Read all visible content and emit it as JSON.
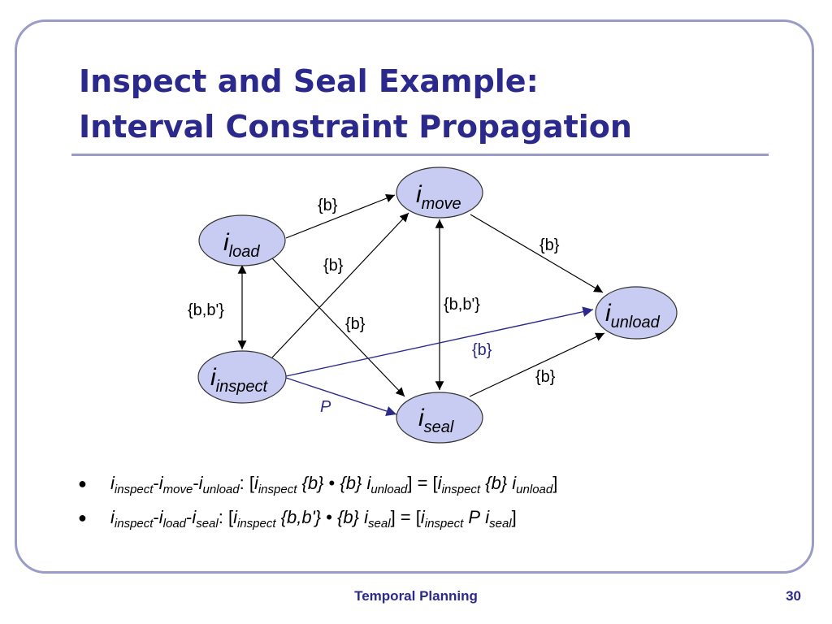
{
  "slide": {
    "title_line1": "Inspect and Seal Example:",
    "title_line2": "Interval Constraint Propagation",
    "footer": "Temporal Planning",
    "page_number": "30"
  },
  "colors": {
    "title": "#2b2a8c",
    "node_fill": "#c8cbf2",
    "frame": "#9a9cc7",
    "highlight_edge": "#2b2a8c"
  },
  "diagram": {
    "nodes": [
      {
        "id": "load",
        "base": "i",
        "sub": "load"
      },
      {
        "id": "move",
        "base": "i",
        "sub": "move"
      },
      {
        "id": "inspect",
        "base": "i",
        "sub": "inspect"
      },
      {
        "id": "unload",
        "base": "i",
        "sub": "unload"
      },
      {
        "id": "seal",
        "base": "i",
        "sub": "seal"
      }
    ],
    "edges": [
      {
        "from": "load",
        "to": "move",
        "label": "{b}",
        "highlighted": false
      },
      {
        "from": "inspect",
        "to": "move",
        "label": "{b}",
        "highlighted": false
      },
      {
        "from": "load",
        "to": "seal",
        "label": "{b}",
        "highlighted": false
      },
      {
        "from": "load",
        "to": "inspect",
        "label": "{b,b'}",
        "highlighted": false,
        "bidirectional": true
      },
      {
        "from": "move",
        "to": "seal",
        "label": "{b,b'}",
        "highlighted": false,
        "bidirectional": true
      },
      {
        "from": "move",
        "to": "unload",
        "label": "{b}",
        "highlighted": false
      },
      {
        "from": "seal",
        "to": "unload",
        "label": "{b}",
        "highlighted": false
      },
      {
        "from": "inspect",
        "to": "unload",
        "label": "{b}",
        "highlighted": true
      },
      {
        "from": "inspect",
        "to": "seal",
        "label": "P",
        "highlighted": true
      }
    ]
  },
  "bullets": [
    {
      "path": [
        {
          "base": "i",
          "sub": "inspect"
        },
        {
          "base": "i",
          "sub": "move"
        },
        {
          "base": "i",
          "sub": "unload"
        }
      ],
      "lhs_from": {
        "base": "i",
        "sub": "inspect"
      },
      "composition": [
        "{b}",
        "•",
        "{b}"
      ],
      "lhs_to": {
        "base": "i",
        "sub": "unload"
      },
      "result_from": {
        "base": "i",
        "sub": "inspect"
      },
      "result": "{b}",
      "result_to": {
        "base": "i",
        "sub": "unload"
      }
    },
    {
      "path": [
        {
          "base": "i",
          "sub": "inspect"
        },
        {
          "base": "i",
          "sub": "load"
        },
        {
          "base": "i",
          "sub": "seal"
        }
      ],
      "lhs_from": {
        "base": "i",
        "sub": "inspect"
      },
      "composition": [
        "{b,b'}",
        "•",
        "{b}"
      ],
      "lhs_to": {
        "base": "i",
        "sub": "seal"
      },
      "result_from": {
        "base": "i",
        "sub": "inspect"
      },
      "result": "P",
      "result_to": {
        "base": "i",
        "sub": "seal"
      }
    }
  ]
}
